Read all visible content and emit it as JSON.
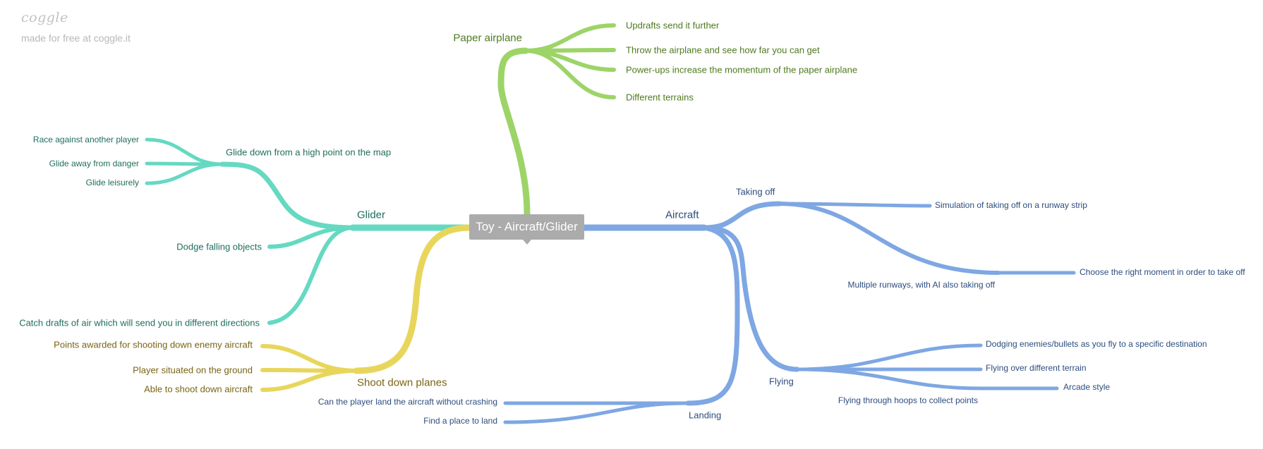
{
  "brand": {
    "logo": "coggle",
    "tagline": "made for free at coggle.it"
  },
  "colors": {
    "paper_airplane": "#9dd468",
    "glider": "#65d9c2",
    "shoot_down_planes": "#e8d65c",
    "aircraft": "#7ea7e3",
    "root_bg": "#ababab"
  },
  "root": {
    "label": "Toy - Aircraft/Glider"
  },
  "branches": {
    "paper_airplane": {
      "label": "Paper airplane",
      "children": [
        "Updrafts send it further",
        "Throw the airplane and see how far you can get",
        "Power-ups increase the momentum of the paper airplane",
        "Different terrains"
      ]
    },
    "glider": {
      "label": "Glider",
      "glide_down": {
        "label": "Glide down from a high point on the map",
        "children": [
          "Race against another player",
          "Glide away from danger",
          "Glide leisurely"
        ]
      },
      "dodge": "Dodge falling objects",
      "drafts": "Catch drafts of air which will send you in different directions"
    },
    "shoot_down_planes": {
      "label": "Shoot down planes",
      "children": [
        "Points awarded for shooting down enemy aircraft",
        "Player situated on the ground",
        "Able to shoot down aircraft"
      ]
    },
    "aircraft": {
      "label": "Aircraft",
      "taking_off": {
        "label": "Taking off",
        "simulation": "Simulation of taking off on a runway strip",
        "multiple_runways": {
          "label": "Multiple runways, with AI also taking off",
          "child": "Choose the right moment in order to take off"
        }
      },
      "flying": {
        "label": "Flying",
        "dodging": "Dodging enemies/bullets as you fly to a specific destination",
        "terrain": "Flying over different terrain",
        "hoops": {
          "label": "Flying through hoops to collect points",
          "child": "Arcade style"
        }
      },
      "landing": {
        "label": "Landing",
        "children": [
          "Can the player land the aircraft without crashing",
          "Find a place to land"
        ]
      }
    }
  }
}
